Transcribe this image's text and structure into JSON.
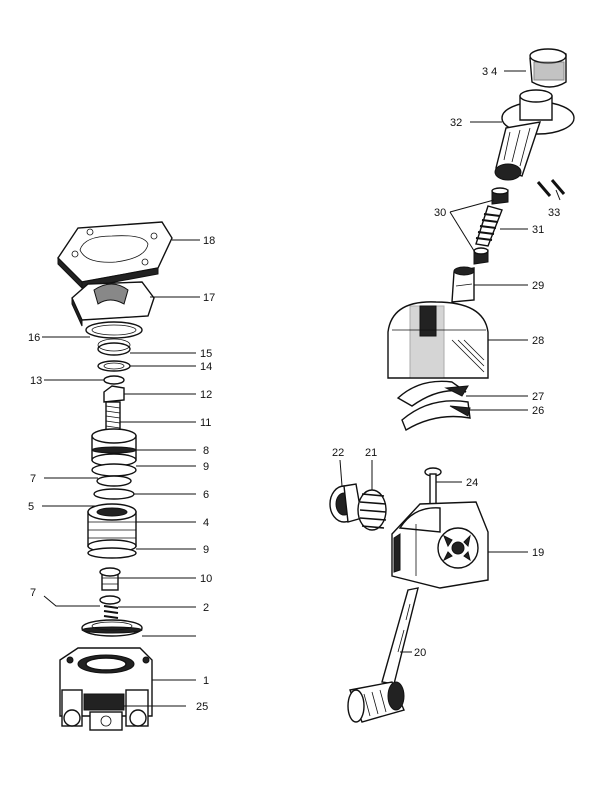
{
  "diagram": {
    "labels": {
      "l1": "1",
      "l2": "2",
      "l4": "4",
      "l5": "5",
      "l6": "6",
      "l7a": "7",
      "l7b": "7",
      "l8": "8",
      "l9a": "9",
      "l9b": "9",
      "l10": "10",
      "l11": "11",
      "l12": "12",
      "l13": "13",
      "l14": "14",
      "l15": "15",
      "l16": "16",
      "l17": "17",
      "l18": "18",
      "l19": "19",
      "l20": "20",
      "l21": "21",
      "l22": "22",
      "l24": "24",
      "l25": "25",
      "l26": "26",
      "l27": "27",
      "l28": "28",
      "l29": "29",
      "l30": "30",
      "l31": "31",
      "l32": "32",
      "l33": "33",
      "l34": "3 4"
    }
  }
}
